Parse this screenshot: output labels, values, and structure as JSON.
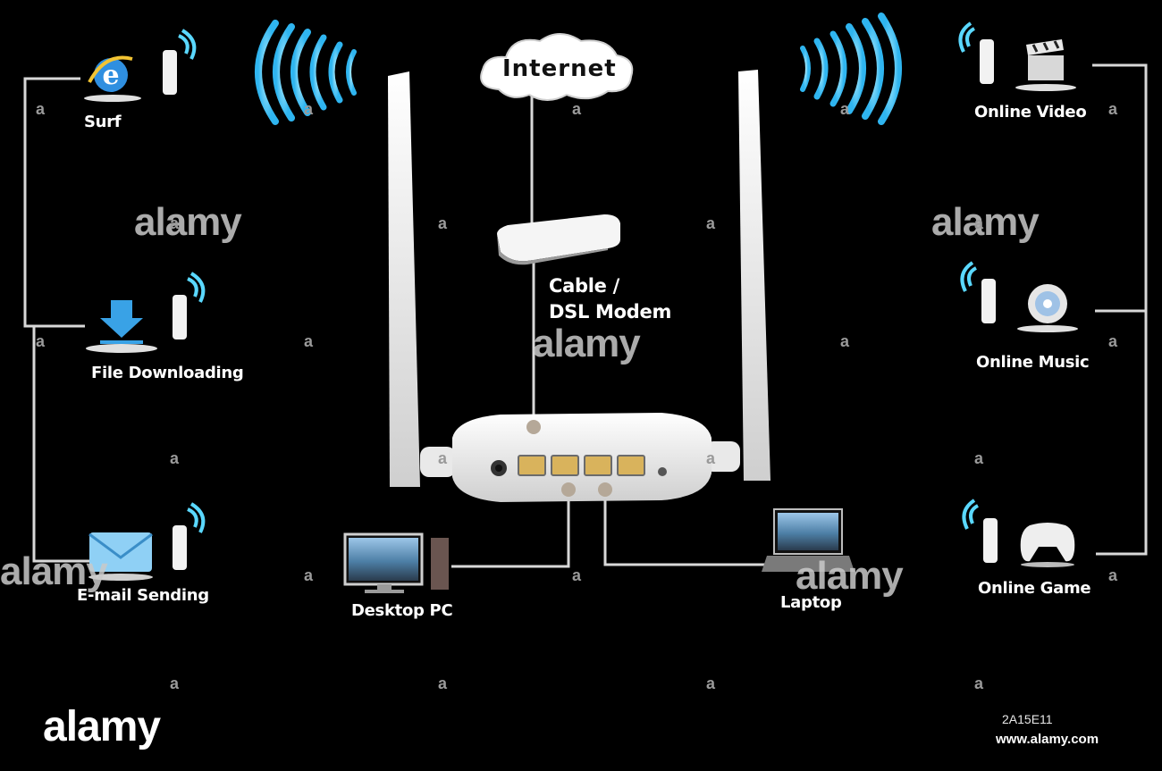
{
  "diagram": {
    "internet": "Internet",
    "modem_line1": "Cable /",
    "modem_line2": "DSL Modem",
    "left_clients": [
      "Surf",
      "File Downloading",
      "E-mail Sending"
    ],
    "right_clients": [
      "Online Video",
      "Online Music",
      "Online Game"
    ],
    "wired_clients": [
      "Desktop PC",
      "Laptop"
    ]
  },
  "watermark": {
    "brand": "alamy",
    "stock_id": "2A15E11",
    "url": "www.alamy.com"
  },
  "colors": {
    "background": "#000000",
    "line": "#d8d8d8",
    "wifi": "#5ad8ff",
    "device": "#f2f2f2"
  },
  "icons": [
    "ie-browser-icon",
    "download-arrow-icon",
    "envelope-icon",
    "film-clapper-icon",
    "music-disc-icon",
    "gamepad-icon",
    "usb-wifi-adapter-icon",
    "monitor-icon",
    "laptop-icon",
    "router-icon",
    "modem-icon",
    "cloud-icon"
  ]
}
